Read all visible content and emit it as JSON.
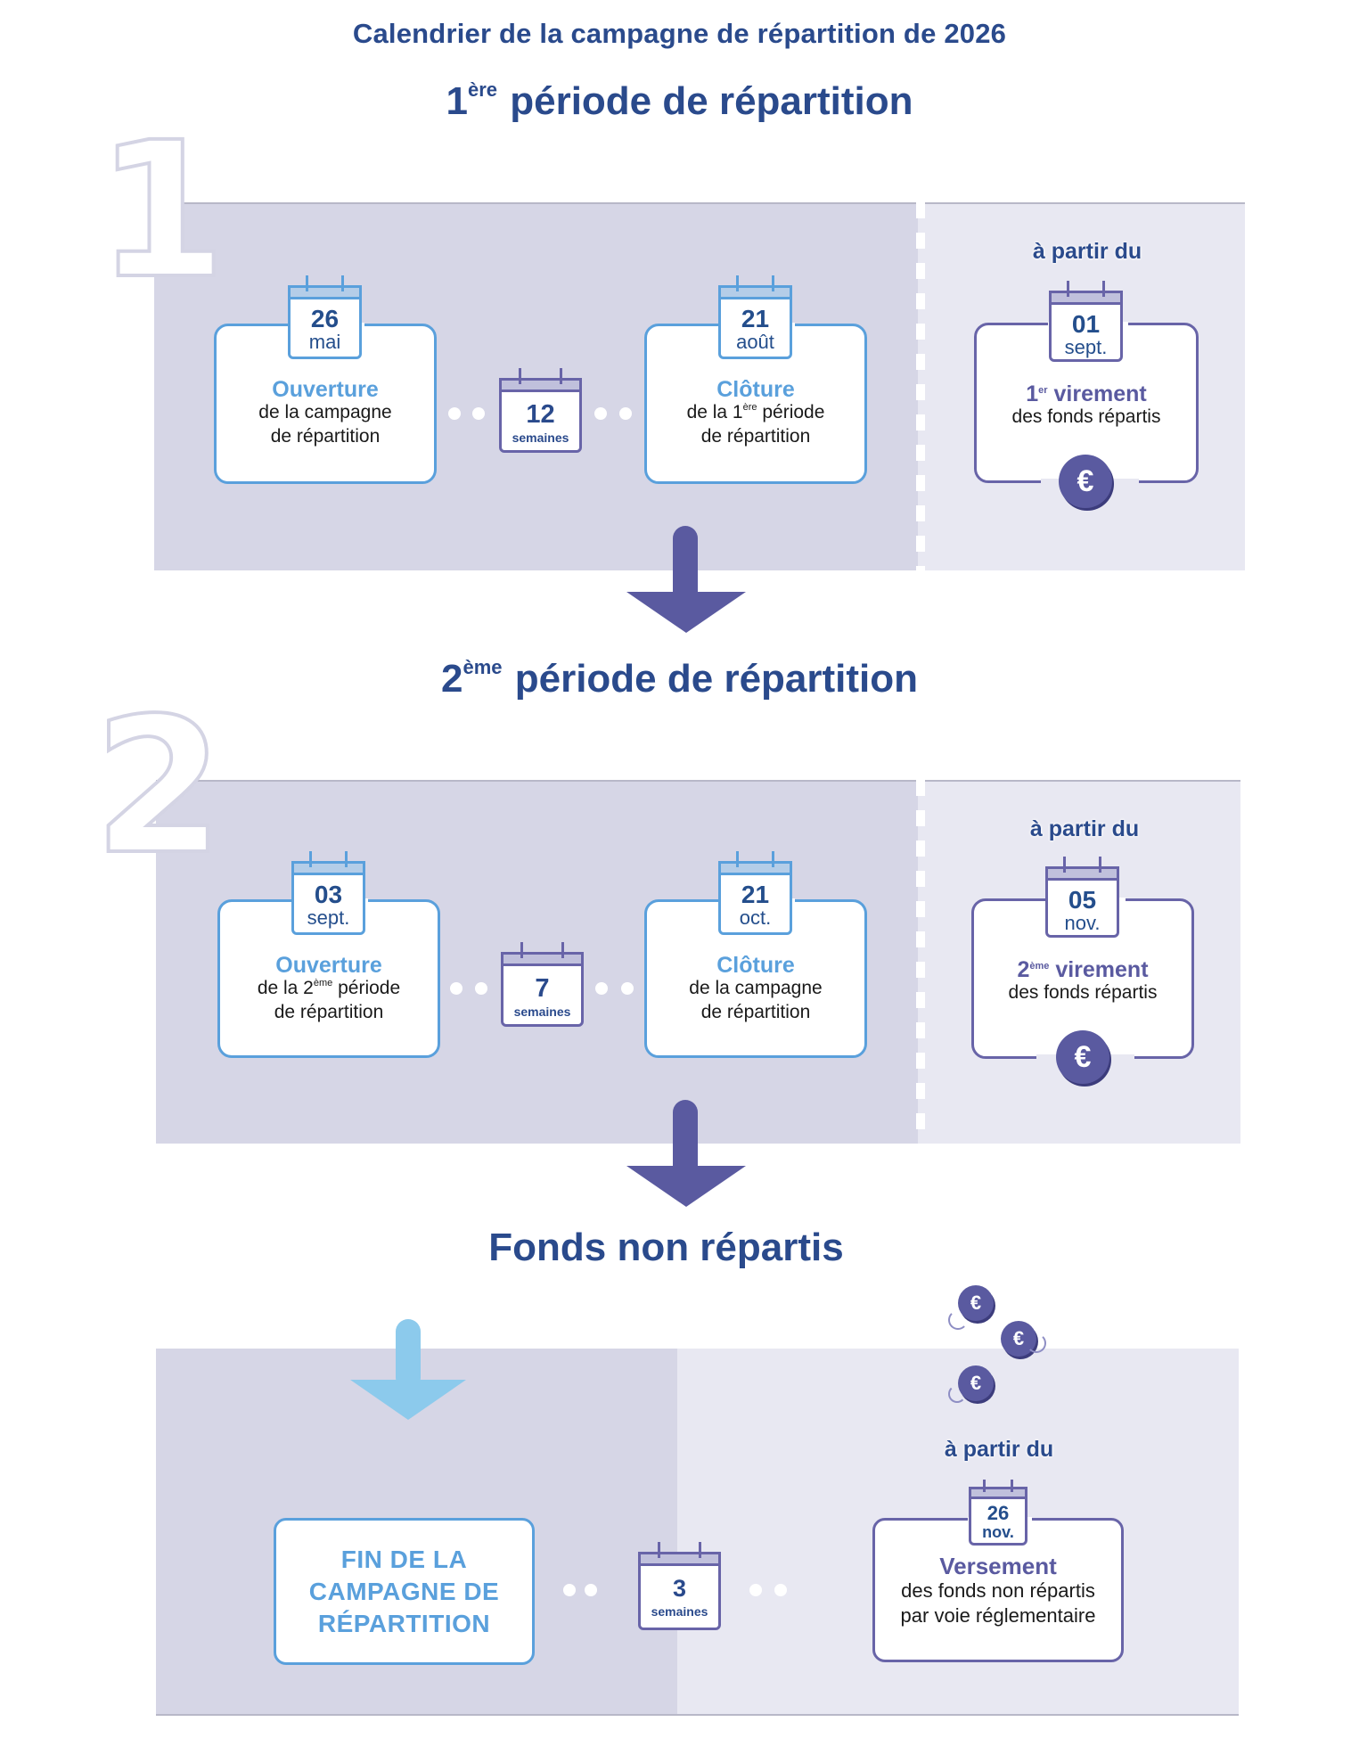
{
  "title": "Calendrier de la campagne de répartition de 2026",
  "period1": {
    "number": "1",
    "heading_num": "1",
    "heading_sup": "ère",
    "heading_rest": "période de répartition",
    "opening": {
      "day": "26",
      "month": "mai",
      "head": "Ouverture",
      "line1": "de la campagne",
      "line2": "de répartition"
    },
    "duration": {
      "value": "12",
      "unit": "semaines"
    },
    "closing": {
      "day": "21",
      "month": "août",
      "head": "Clôture",
      "line1_pre": "de la 1",
      "line1_sup": "ère",
      "line1_post": " période",
      "line2": "de répartition"
    },
    "transfer": {
      "from_label": "à partir du",
      "day": "01",
      "month": "sept.",
      "head_num": "1",
      "head_sup": "er",
      "head_rest": " virement",
      "line1": "des fonds répartis",
      "icon": "€"
    }
  },
  "period2": {
    "number": "2",
    "heading_num": "2",
    "heading_sup": "ème",
    "heading_rest": "période de répartition",
    "opening": {
      "day": "03",
      "month": "sept.",
      "head": "Ouverture",
      "line1_pre": "de la 2",
      "line1_sup": "ème",
      "line1_post": " période",
      "line2": "de répartition"
    },
    "duration": {
      "value": "7",
      "unit": "semaines"
    },
    "closing": {
      "day": "21",
      "month": "oct.",
      "head": "Clôture",
      "line1": "de la campagne",
      "line2": "de répartition"
    },
    "transfer": {
      "from_label": "à partir du",
      "day": "05",
      "month": "nov.",
      "head_num": "2",
      "head_sup": "ème",
      "head_rest": " virement",
      "line1": "des fonds répartis",
      "icon": "€"
    }
  },
  "unallocated": {
    "heading": "Fonds non répartis",
    "end": {
      "line1": "FIN DE LA",
      "line2": "CAMPAGNE DE",
      "line3": "RÉPARTITION"
    },
    "duration": {
      "value": "3",
      "unit": "semaines"
    },
    "payment": {
      "from_label": "à partir du",
      "day": "26",
      "month": "nov.",
      "head": "Versement",
      "line1": "des fonds non répartis",
      "line2": "par voie réglementaire"
    },
    "coins": [
      "€",
      "€",
      "€"
    ]
  },
  "colors": {
    "title_navy": "#2a4a8c",
    "light_blue": "#5aa0dc",
    "purple": "#5a5aa0",
    "panel_dark": "#d6d6e6",
    "panel_light": "#e8e8f2",
    "arrow_purple": "#5a5aa0",
    "arrow_light_blue": "#8ccaec"
  }
}
